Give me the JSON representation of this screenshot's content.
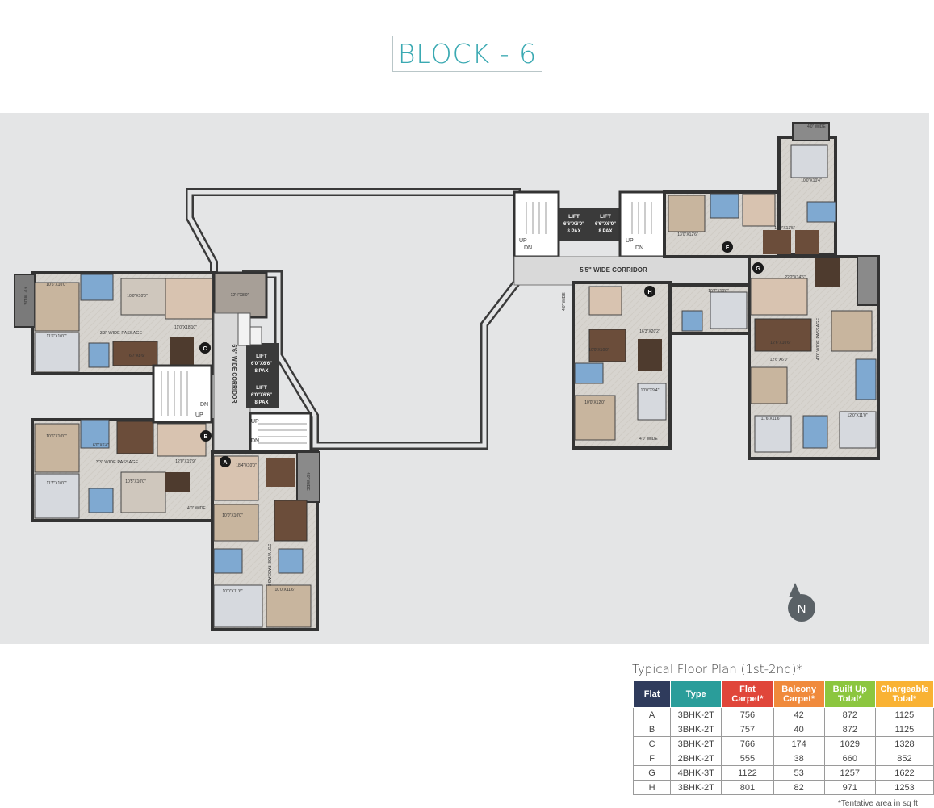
{
  "title": "BLOCK - 6",
  "plan": {
    "corridors": {
      "left_vertical": "6'6\" WIDE CORRIDOR",
      "right_horizontal": "5'5\" WIDE CORRIDOR",
      "left_passage_c": "3'3\" WIDE PASSAGE",
      "left_passage_b": "3'3\" WIDE PASSAGE",
      "bottom_passage": "3'3\" WIDE PASSAGE",
      "right_passage": "4'0\" WIDE PASSAGE"
    },
    "lifts": [
      {
        "line1": "LIFT",
        "line2": "6'0\"X6'6\"",
        "line3": "8 PAX"
      },
      {
        "line1": "LIFT",
        "line2": "6'0\"X6'6\"",
        "line3": "8 PAX"
      },
      {
        "line1": "LIFT",
        "line2": "6'6\"X6'0\"",
        "line3": "8 PAX"
      },
      {
        "line1": "LIFT",
        "line2": "6'6\"X6'0\"",
        "line3": "8 PAX"
      }
    ],
    "stairs": {
      "up": "UP",
      "dn": "DN"
    },
    "flat_markers": [
      "A",
      "B",
      "C",
      "F",
      "G",
      "H"
    ],
    "room_labels": [
      "10'6\"X10'0\"",
      "10'0\"X10'0\"",
      "11'0\"X18'10\"",
      "11'6\"X10'0\"",
      "6'7\"X8'6\"",
      "12'4\"X8'0\"",
      "10'6\"X10'0\"",
      "6'0\"X6'4\"",
      "12'0\"X19'9\"",
      "11'7\"X10'0\"",
      "10'5\"X10'0\"",
      "18'4\"X10'0\"",
      "10'0\"X10'0\"",
      "10'0\"X11'6\"",
      "10'0\"X11'6\"",
      "13'0\"X12'6\"",
      "12'0\"X13'5\"",
      "22'2\"X14'6\"",
      "10'7\"X10'0\"",
      "16'3\"X20'2\"",
      "10'0\"X10'0\"",
      "10'0\"X12'0\"",
      "10'0\"X9'4\"",
      "12'6\"X6'0\"",
      "12'6\"X10'6\"",
      "11'6\"X11'6\"",
      "12'0\"X11'0\"",
      "10'0\"X10'4\""
    ],
    "wide_labels": [
      "4'0\" WIDE",
      "4'0\" WIDE",
      "4'0\" WIDE",
      "4'0\" WIDE",
      "4'0\" WIDE",
      "4'0\" WIDE"
    ],
    "north_label": "N"
  },
  "table": {
    "caption": "Typical Floor Plan (1st-2nd)*",
    "headers": [
      {
        "line1": "Flat",
        "line2": "",
        "color": "#2f3b5c"
      },
      {
        "line1": "Type",
        "line2": "",
        "color": "#2a9d9a"
      },
      {
        "line1": "Flat",
        "line2": "Carpet*",
        "color": "#e0463a"
      },
      {
        "line1": "Balcony",
        "line2": "Carpet*",
        "color": "#f08a3c"
      },
      {
        "line1": "Built Up",
        "line2": "Total*",
        "color": "#8cc63f"
      },
      {
        "line1": "Chargeable",
        "line2": "Total*",
        "color": "#f9b233"
      }
    ],
    "rows": [
      [
        "A",
        "3BHK-2T",
        "756",
        "42",
        "872",
        "1125"
      ],
      [
        "B",
        "3BHK-2T",
        "757",
        "40",
        "872",
        "1125"
      ],
      [
        "C",
        "3BHK-2T",
        "766",
        "174",
        "1029",
        "1328"
      ],
      [
        "F",
        "2BHK-2T",
        "555",
        "38",
        "660",
        "852"
      ],
      [
        "G",
        "4BHK-3T",
        "1122",
        "53",
        "1257",
        "1622"
      ],
      [
        "H",
        "3BHK-2T",
        "801",
        "82",
        "971",
        "1253"
      ]
    ],
    "footnote": "*Tentative area in sq ft"
  }
}
